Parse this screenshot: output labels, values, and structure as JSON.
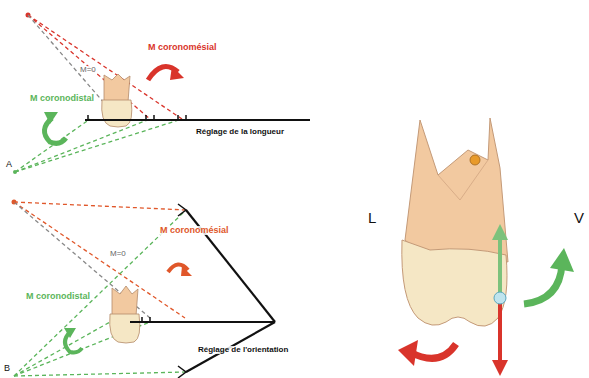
{
  "diagram": {
    "labels": [
      "M coronomésial",
      "M=0",
      "M coronodistal",
      "Réglage de la longueur",
      "A",
      "M coronomésial",
      "M=0",
      "M coronodistal",
      "Réglage de l'orientation",
      "B",
      "L",
      "V"
    ]
  }
}
